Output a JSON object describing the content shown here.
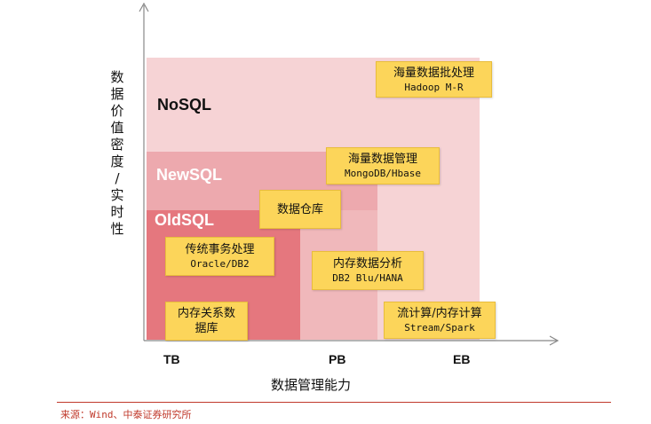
{
  "axes": {
    "y_title_chars": [
      "数",
      "据",
      "价",
      "值",
      "密",
      "度",
      "/",
      "实",
      "时",
      "性"
    ],
    "x_title": "数据管理能力",
    "x_ticks": [
      "TB",
      "PB",
      "EB"
    ]
  },
  "regions": {
    "nosql": "NoSQL",
    "newsql": "NewSQL",
    "oldsql": "OldSQL"
  },
  "boxes": [
    {
      "line1": "海量数据批处理",
      "line2": "Hadoop M-R"
    },
    {
      "line1": "海量数据管理",
      "line2": "MongoDB/Hbase"
    },
    {
      "line1": "数据仓库",
      "line2": ""
    },
    {
      "line1": "传统事务处理",
      "line2": "Oracle/DB2"
    },
    {
      "line1": "内存数据分析",
      "line2": "DB2 Blu/HANA"
    },
    {
      "line1": "内存关系数",
      "line2": "据库"
    },
    {
      "line1": "流计算/内存计算",
      "line2": "Stream/Spark"
    }
  ],
  "footer": {
    "source": "来源：Wind、中泰证券研究所"
  },
  "colors": {
    "nosql": "#f6d3d5",
    "newsql": "#eda9ae",
    "oldsql": "#e5777e",
    "box": "#fcd55a",
    "accent": "#c0392b"
  }
}
